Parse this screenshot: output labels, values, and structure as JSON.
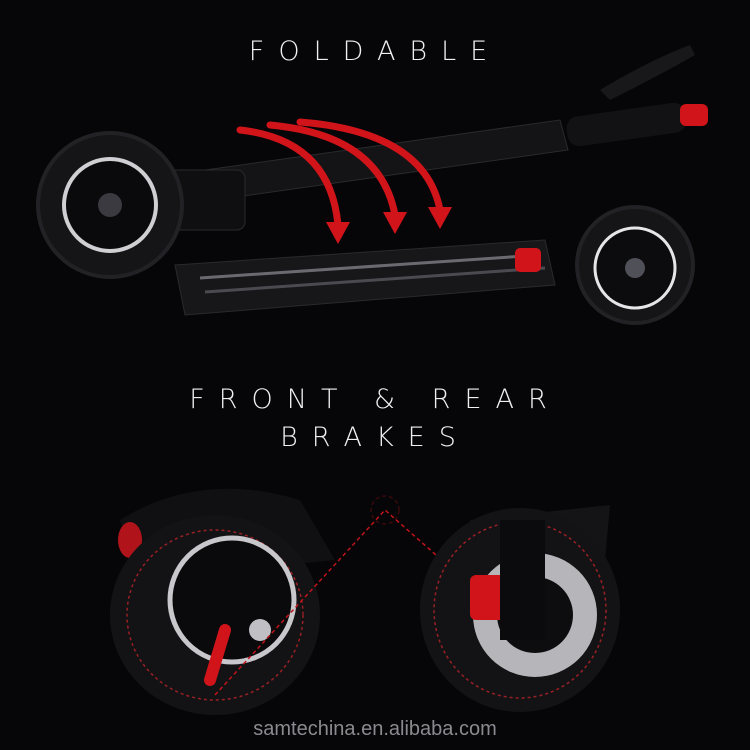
{
  "headings": {
    "foldable": "FOLDABLE",
    "brakes_line1": "FRONT & REAR",
    "brakes_line2": "BRAKES"
  },
  "watermark": "samtechina.en.alibaba.com",
  "illustrations": {
    "top": "folded-electric-scooter-with-red-fold-arrows",
    "bottom_left": "rear-wheel-hub-motor-with-red-brake-arm",
    "bottom_right": "front-wheel-disc-brake-with-red-caliper"
  },
  "colors": {
    "background": "#060608",
    "accent_red": "#d0141a",
    "text": "#f0f0f0",
    "watermark": "#8a8a90"
  }
}
